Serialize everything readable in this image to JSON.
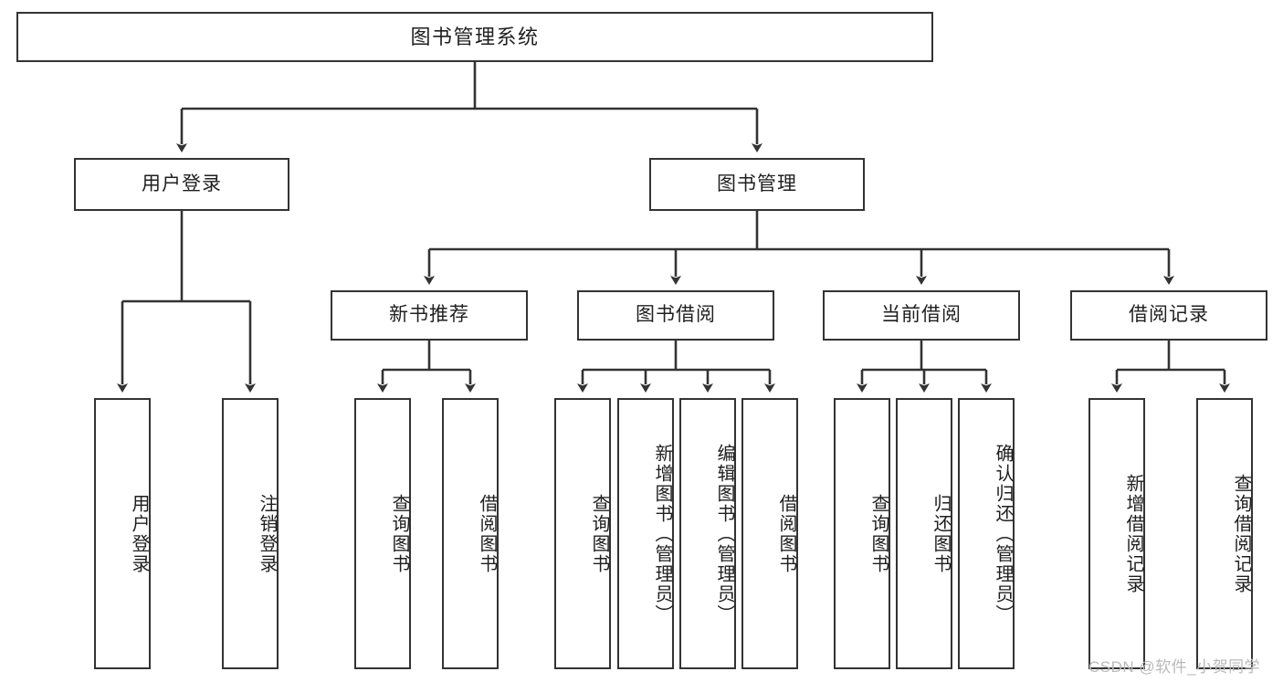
{
  "diagram": {
    "type": "tree",
    "title": "图书管理系统",
    "root": {
      "label": "图书管理系统"
    },
    "level2": [
      {
        "label": "用户登录"
      },
      {
        "label": "图书管理"
      }
    ],
    "level3": [
      {
        "label": "新书推荐"
      },
      {
        "label": "图书借阅"
      },
      {
        "label": "当前借阅"
      },
      {
        "label": "借阅记录"
      }
    ],
    "leaves": {
      "user_login": [
        {
          "label": "用户登录"
        },
        {
          "label": "注销登录"
        }
      ],
      "new_book_recommend": [
        {
          "label": "查询图书"
        },
        {
          "label": "借阅图书"
        }
      ],
      "book_borrow": [
        {
          "label": "查询图书"
        },
        {
          "label": "新增图书（管理员）"
        },
        {
          "label": "编辑图书（管理员）"
        },
        {
          "label": "借阅图书"
        }
      ],
      "current_borrow": [
        {
          "label": "查询图书"
        },
        {
          "label": "归还图书"
        },
        {
          "label": "确认归还（管理员）"
        }
      ],
      "borrow_record": [
        {
          "label": "新增借阅记录"
        },
        {
          "label": "查询借阅记录"
        }
      ]
    }
  },
  "watermark": {
    "text": "CSDN @软件_小贺同学"
  },
  "colors": {
    "line": "#333333",
    "box_border": "#333333",
    "box_fill": "#ffffff",
    "text": "#1f1f1f",
    "watermark": "#b9b9b9"
  }
}
